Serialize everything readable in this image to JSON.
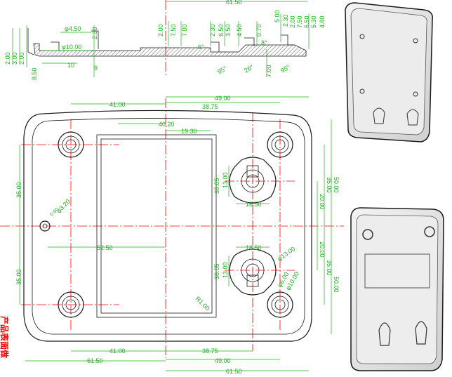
{
  "note": "产品表面做",
  "colors": {
    "dimension": "#1db31d",
    "centerline": "#ff0000",
    "outline": "#1a1a1a"
  },
  "section_dims": {
    "top_overall": "61.50",
    "d4": "φ4.50",
    "d10": "φ10.00",
    "v230a": "2.30",
    "v200": "2.00",
    "v750": "7.50",
    "v700a": "7.00",
    "v230b": "2.30",
    "v650": "6.50",
    "v350": "3.50",
    "v450": "4.50",
    "v070": "0.70",
    "v500": "5.00",
    "v230c": "2.30",
    "v200b": "2.00",
    "v750b": "7.50",
    "v650b": "6.50",
    "v530": "5.30",
    "v480": "4.80",
    "left_200": "2.00",
    "left_300": "3.00",
    "left_200b": "2.00",
    "h10": "10",
    "h9": "9",
    "h850": "8.50",
    "ang6": "6°",
    "ang95": "95°",
    "ang26": "26°",
    "v700b": "7.00",
    "ang95b": "95°",
    "ang8": "8°"
  },
  "plan_dims": {
    "top_4900": "49.00",
    "top_4100": "41.00",
    "top_3875": "38.75",
    "top_4020": "40.20",
    "top_1930": "19.30",
    "left_3500a": "35.00",
    "left_3500b": "35.00",
    "chamfer": "0.60",
    "hole_d": "φ3.20",
    "mid_5250": "52.50",
    "slot_1300a": "13.00",
    "slot_3805a": "38.05",
    "slot_1850a": "18.50",
    "slot_1850b": "18.50",
    "slot_1300b": "13.00",
    "slot_3805b": "38.05",
    "slot_d13": "φ13.00",
    "slot_d6": "φ6.00",
    "slot_d10": "φ10.00",
    "r1": "R1.00",
    "right_5000a": "50.00",
    "right_3500a": "35.00",
    "right_2000a": "20.00",
    "right_2000b": "20.00",
    "right_3500b": "35.00",
    "right_5000b": "50.00",
    "bot_4100": "41.00",
    "bot_3875": "38.75",
    "bot_6150a": "61.50",
    "bot_4900": "49.00",
    "bot_6150b": "61.50"
  }
}
